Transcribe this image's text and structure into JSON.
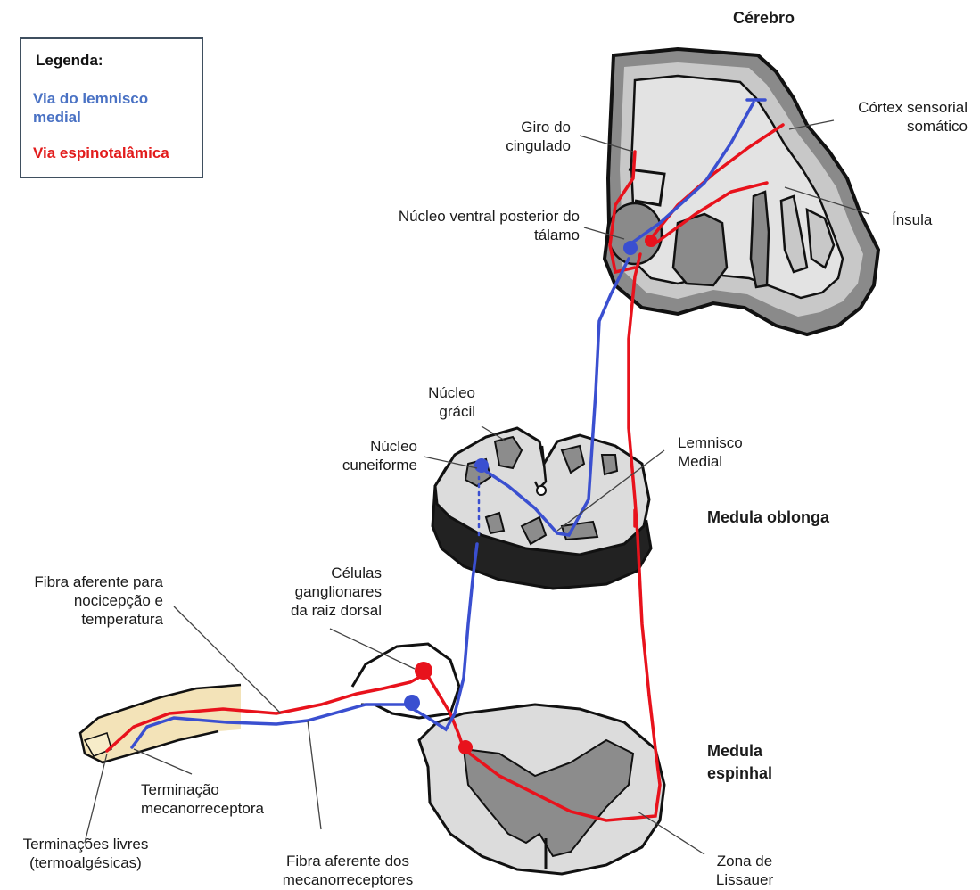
{
  "legend": {
    "title": "Legenda:",
    "medial_lemniscus": "Via do lemnisco\nmedial",
    "spinothalamic": "Via espinotalâmica"
  },
  "colors": {
    "medial_lemniscus_path": "#3a4fd0",
    "spinothalamic_path": "#e8121c",
    "cortex_dark": "#8a8a8a",
    "cortex_light": "#c8c8c8",
    "tissue": "#dcdcdc",
    "grey_matter": "#8c8c8c",
    "skin": "#f3e3b8"
  },
  "regions": {
    "brain": "Cérebro",
    "medulla": "Medula oblonga",
    "spinal_cord": "Medula\nespinhal"
  },
  "labels": {
    "cingulate": "Giro do\ncingulado",
    "somatosensory_cortex": "Córtex sensorial\nsomático",
    "thalamus_nucleus": "Núcleo ventral posterior do\ntálamo",
    "insula": "Ínsula",
    "gracile": "Núcleo\ngrácil",
    "cuneate": "Núcleo\ncuneiforme",
    "medial_lemniscus": "Lemnisco\nMedial",
    "nociception_fiber": "Fibra aferente para\nnocicepção e\ntemperatura",
    "ganglion_cells": "Células\nganglionares\nda raiz dorsal",
    "mechanoreceptor_ending": "Terminação\nmecanorreceptora",
    "free_endings": "Terminações livres\n(termoalgésicas)",
    "mechanoreceptor_fiber": "Fibra aferente dos\nmecanorreceptores",
    "lissauer": "Zona de\nLissauer"
  }
}
